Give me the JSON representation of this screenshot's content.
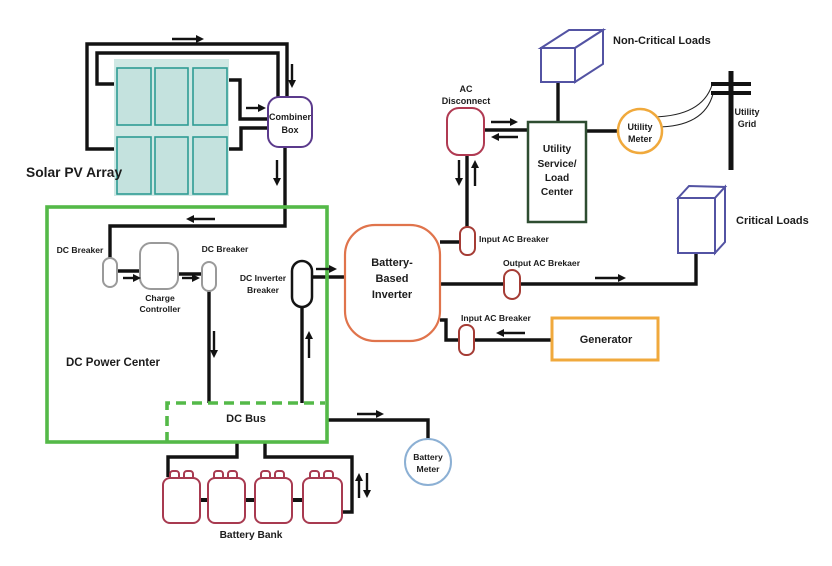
{
  "diagram": {
    "title_context": "Battery-based residential solar PV system diagram",
    "labels": {
      "solar_pv_array": "Solar PV Array",
      "combiner_box": [
        "Combiner",
        "Box"
      ],
      "dc_breaker_left": "DC Breaker",
      "dc_breaker_right": "DC Breaker",
      "charge_controller": [
        "Charge",
        "Controller"
      ],
      "dc_inverter_breaker": [
        "DC Inverter",
        "Breaker"
      ],
      "dc_power_center": "DC Power Center",
      "dc_bus": "DC Bus",
      "battery_bank": "Battery Bank",
      "battery_meter": [
        "Battery",
        "Meter"
      ],
      "battery_based_inverter": [
        "Battery-",
        "Based",
        "Inverter"
      ],
      "input_ac_breaker_top": "Input AC Breaker",
      "output_ac_breaker": "Output AC Brekaer",
      "input_ac_breaker_generator": "Input AC Breaker",
      "generator": "Generator",
      "ac_disconnect": [
        "AC",
        "Disconnect"
      ],
      "utility_service_load_center": [
        "Utility",
        "Service/",
        "Load",
        "Center"
      ],
      "utility_meter": [
        "Utility",
        "Meter"
      ],
      "utility_grid": [
        "Utility",
        "Grid"
      ],
      "non_critical_loads": "Non-Critical Loads",
      "critical_loads": "Critical Loads"
    },
    "colors": {
      "wire": "#121212",
      "solar_panel_fill": "#c4e2de",
      "solar_panel_border": "#2f9c94",
      "combiner_border": "#5b3a8c",
      "dc_power_center_green": "#54b948",
      "gray_component": "#9a9a9a",
      "inverter_border": "#e0744c",
      "ac_breaker_border": "#a53c35",
      "ac_disconnect_border": "#b03a52",
      "utility_service_border": "#2e4d31",
      "utility_meter_border": "#f0a93c",
      "generator_border": "#f0a93c",
      "battery_meter_border": "#8cb0d4",
      "battery_border": "#a83a50",
      "loads_border": "#5353a3"
    }
  }
}
